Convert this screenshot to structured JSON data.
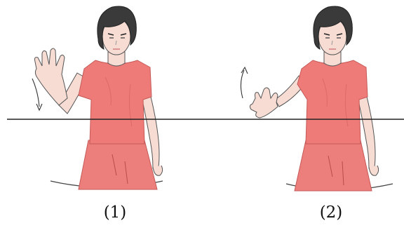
{
  "panels": [
    {
      "caption": "(1)",
      "motion": "downward"
    },
    {
      "caption": "(2)",
      "motion": "upward"
    }
  ],
  "colors": {
    "shirt": "#ee7b78",
    "shirt_shade": "#dd6a68",
    "skirt": "#ec7f7c",
    "skin": "#f7dcd4",
    "hair": "#3a3a3a",
    "outline": "#333333",
    "horizon_line": "#222222"
  }
}
